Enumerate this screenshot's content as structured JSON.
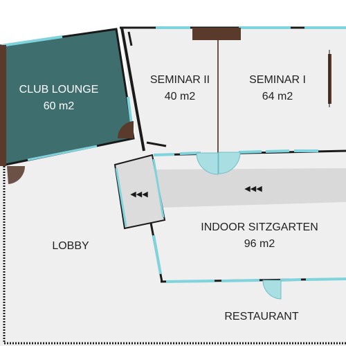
{
  "rooms": {
    "club_lounge": {
      "name": "CLUB LOUNGE",
      "area": "60 m2"
    },
    "seminar_2": {
      "name": "SEMINAR II",
      "area": "40 m2"
    },
    "seminar_1": {
      "name": "SEMINAR I",
      "area": "64 m2"
    },
    "indoor_sitzgarten": {
      "name": "INDOOR SITZGARTEN",
      "area": "96 m2"
    },
    "lobby": {
      "name": "LOBBY"
    },
    "restaurant": {
      "name": "RESTAURANT"
    }
  },
  "markers": {
    "flow_arrows": "◀◀◀"
  },
  "colors": {
    "room_fill": "#efefef",
    "lounge_fill": "#3e6e6e",
    "wall": "#1a1a1a",
    "window": "#7fd3dc",
    "door_wood": "#5a3a2a",
    "corridor": "#d9d9d9"
  }
}
